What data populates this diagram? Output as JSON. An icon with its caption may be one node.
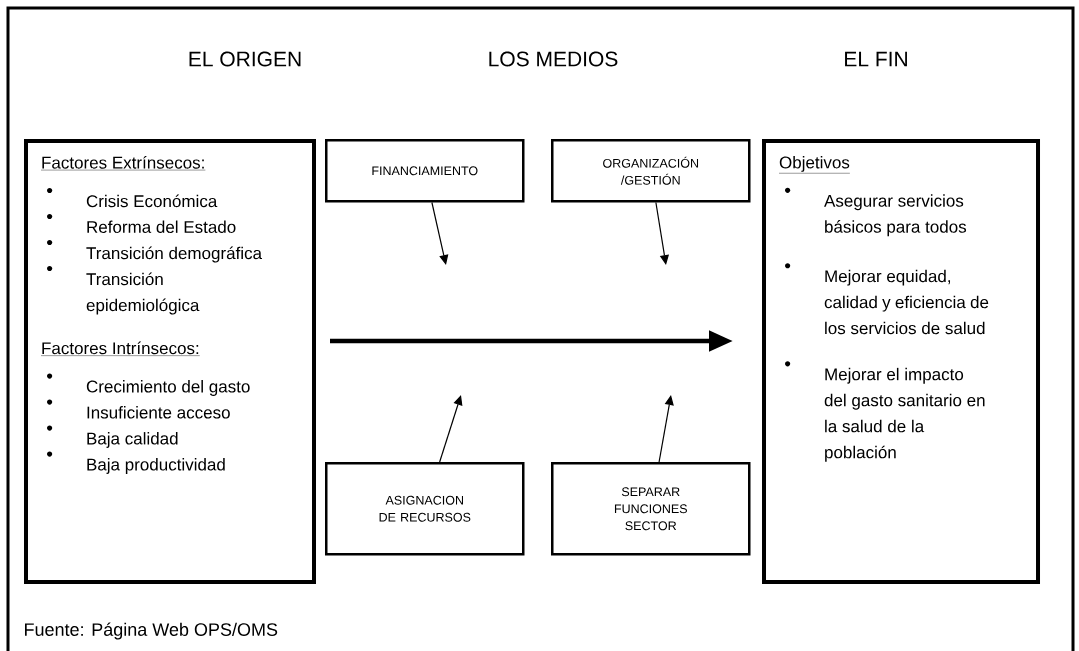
{
  "diagram": {
    "caption": "Fuente: Página Web OPS/OMS",
    "nodes": [
      {
        "text": [
          "Factores Extrínsecos:",
          "Crisis Económica",
          "Reforma del Estado",
          "Transición demográfica",
          "Transición epidemiológica",
          "Factores Intrínsecos:",
          "Crecimiento del gasto",
          "Insuficiente acceso",
          "Baja calidad",
          "Baja productividad"
        ]
      },
      {
        "text": [
          "FINANCIAMIENTO"
        ]
      },
      {
        "text": [
          "ORGANIZACIÓN /GESTIÓN"
        ]
      },
      {
        "text": [
          "ASIGNACION DE RECURSOS"
        ]
      },
      {
        "text": [
          "SEPARAR FUNCIONES SECTOR"
        ]
      },
      {
        "text": [
          "Objetivos",
          "Asegurar servicios básicos para todos",
          "Mejorar equidad, calidad y eficiencia de los servicios de salud",
          "Mejorar el impacto del gasto sanitario en la salud de la población"
        ]
      }
    ],
    "edges": [
      {
        "from": 0,
        "to": 5,
        "arrow": "to",
        "style": "thick"
      },
      {
        "from": 1,
        "to": null,
        "arrow": "to"
      },
      {
        "from": 2,
        "to": null,
        "arrow": "to"
      },
      {
        "from": 3,
        "to": null,
        "arrow": "to"
      },
      {
        "from": 4,
        "to": null,
        "arrow": "to"
      }
    ],
    "labels": [
      "EL ORIGEN",
      "LOS MEDIOS",
      "EL FIN"
    ]
  }
}
